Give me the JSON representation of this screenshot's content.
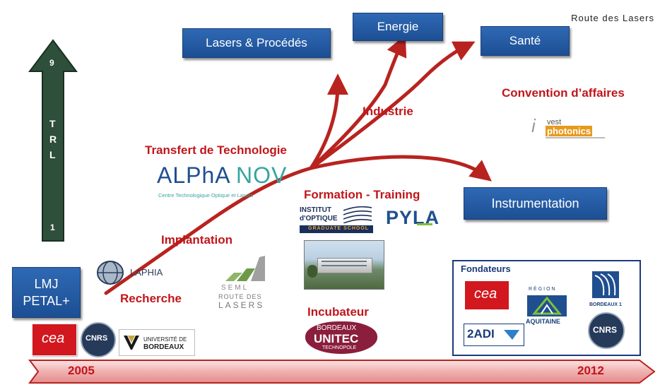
{
  "header": {
    "route_label": "Route des Lasers"
  },
  "trl": {
    "top": "9",
    "letters": [
      "T",
      "R",
      "L"
    ],
    "bottom": "1"
  },
  "boxes": {
    "lasers": "Lasers & Procédés",
    "energie": "Energie",
    "sante": "Santé",
    "instrumentation": "Instrumentation",
    "lmj_line1": "LMJ",
    "lmj_line2": "PETAL+"
  },
  "stages": {
    "industrie": "Industrie",
    "convention": "Convention d’affaires",
    "transfert": "Transfert de Technologie",
    "formation": "Formation - Training",
    "implantation": "Implantation",
    "recherche": "Recherche",
    "incubateur": "Incubateur",
    "fondateurs": "Fondateurs"
  },
  "logos": {
    "alphanov_main": "ALPhA",
    "alphanov_nov": "NOV",
    "alphanov_sub": "Centre Technologique Optique et Lasers",
    "laphia": "LAPHIA",
    "institut_l1": "INSTITUT",
    "institut_l2": "d'OPTIQUE",
    "institut_l3": "GRADUATE SCHOOL",
    "pyla": "PYLA",
    "seml": "SEML",
    "rdl_line1": "ROUTE DES",
    "rdl_line2": "LASERS",
    "unitec_l1": "BORDEAUX",
    "unitec_l2": "UNITEC",
    "unitec_l3": "TECHNOPOLE",
    "cea": "cea",
    "cnrs": "CNRS",
    "ub_l1": "UNIVERSITÉ DE",
    "ub_l2": "BORDEAUX",
    "region_l1": "RÉGION",
    "region_l2": "AQUITAINE",
    "bx1": "BORDEAUX 1",
    "twoadi": "2ADI",
    "invest_vest": "vest",
    "invest_photonics": "photonics"
  },
  "timeline": {
    "start": "2005",
    "end": "2012"
  }
}
